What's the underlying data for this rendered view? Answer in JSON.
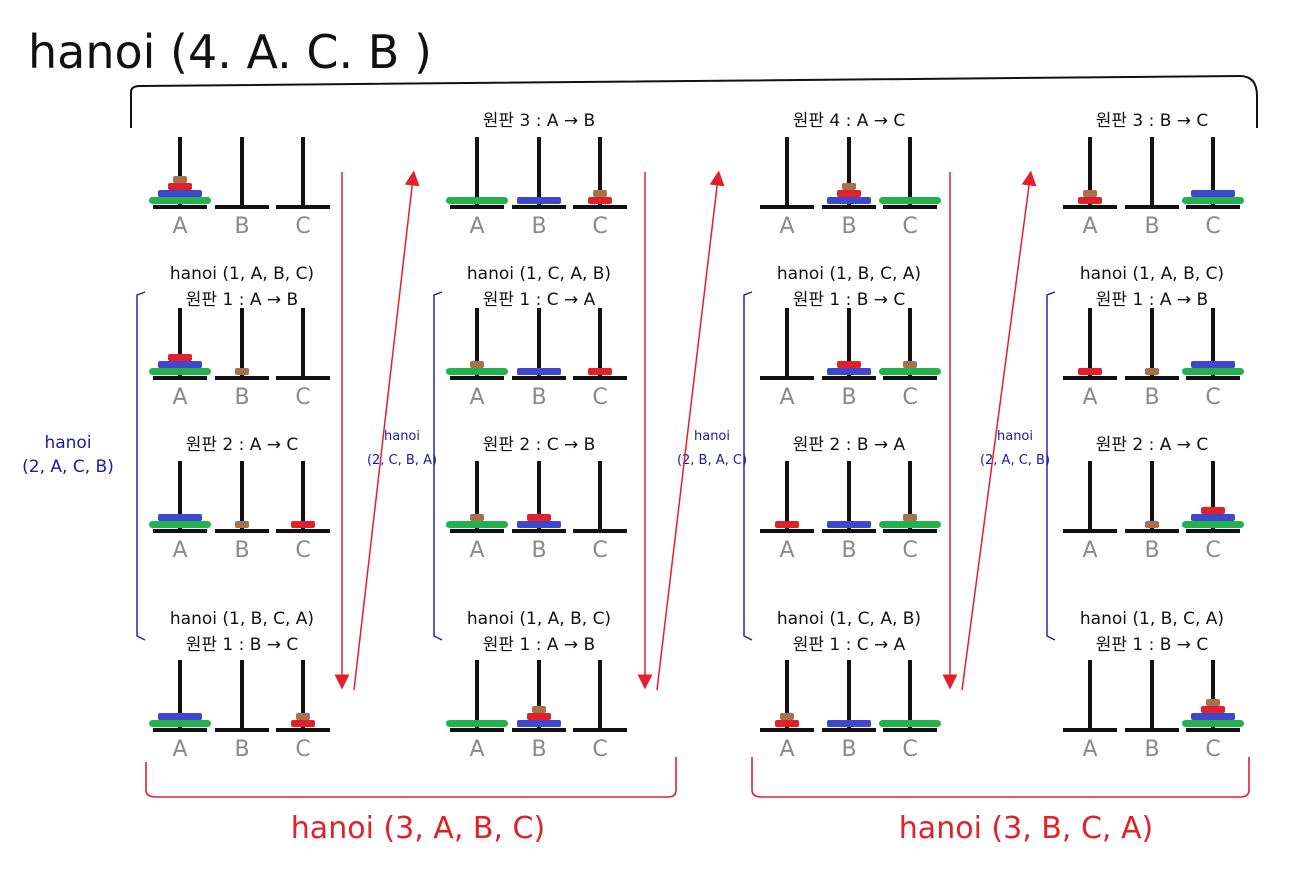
{
  "title": "hanoi (4. A. C. B )",
  "peg_labels": [
    "A",
    "B",
    "C"
  ],
  "colors": {
    "disk1": "#a9714b",
    "disk2": "#e2202a",
    "disk3": "#3f48cc",
    "disk4": "#22b14c",
    "ink": "#111111",
    "peg_label": "#8a8a8a",
    "red_ink": "#e2202a",
    "blue_ink": "#1a1aa8"
  },
  "columns": [
    {
      "header": "",
      "header_state": [
        [
          4,
          3,
          2,
          1
        ],
        [],
        []
      ],
      "side_label_lines": [
        "hanoi",
        "(2, A, C, B)"
      ],
      "steps": [
        {
          "lines": [
            "hanoi (1, A, B, C)",
            "원판 1 : A → B"
          ],
          "state": [
            [
              4,
              3,
              2
            ],
            [
              1
            ],
            []
          ]
        },
        {
          "lines": [
            "원판 2 : A → C"
          ],
          "state": [
            [
              4,
              3
            ],
            [
              1
            ],
            [
              2
            ]
          ]
        },
        {
          "lines": [
            "hanoi (1, B, C, A)",
            "원판 1 : B → C"
          ],
          "state": [
            [
              4,
              3
            ],
            [],
            [
              2,
              1
            ]
          ]
        }
      ]
    },
    {
      "header": "원판 3 : A → B",
      "header_state": [
        [
          4
        ],
        [
          3
        ],
        [
          2,
          1
        ]
      ],
      "side_label_lines": [
        "hanoi",
        "(2, C, B, A)"
      ],
      "steps": [
        {
          "lines": [
            "hanoi (1, C, A, B)",
            "원판 1 : C → A"
          ],
          "state": [
            [
              4,
              1
            ],
            [
              3
            ],
            [
              2
            ]
          ]
        },
        {
          "lines": [
            "원판 2 : C → B"
          ],
          "state": [
            [
              4,
              1
            ],
            [
              3,
              2
            ],
            []
          ]
        },
        {
          "lines": [
            "hanoi (1, A, B, C)",
            "원판 1 : A → B"
          ],
          "state": [
            [
              4
            ],
            [
              3,
              2,
              1
            ],
            []
          ]
        }
      ]
    },
    {
      "header": "원판 4 : A → C",
      "header_state": [
        [],
        [
          3,
          2,
          1
        ],
        [
          4
        ]
      ],
      "side_label_lines": [
        "hanoi",
        "(2, B, A, C)"
      ],
      "steps": [
        {
          "lines": [
            "hanoi (1, B, C, A)",
            "원판 1 : B → C"
          ],
          "state": [
            [],
            [
              3,
              2
            ],
            [
              4,
              1
            ]
          ]
        },
        {
          "lines": [
            "원판 2 : B → A"
          ],
          "state": [
            [
              2
            ],
            [
              3
            ],
            [
              4,
              1
            ]
          ]
        },
        {
          "lines": [
            "hanoi (1, C, A, B)",
            "원판 1 : C → A"
          ],
          "state": [
            [
              2,
              1
            ],
            [
              3
            ],
            [
              4
            ]
          ]
        }
      ]
    },
    {
      "header": "원판 3 : B → C",
      "header_state": [
        [
          2,
          1
        ],
        [],
        [
          4,
          3
        ]
      ],
      "side_label_lines": [
        "hanoi",
        "(2, A, C, B)"
      ],
      "steps": [
        {
          "lines": [
            "hanoi (1, A, B, C)",
            "원판 1 : A → B"
          ],
          "state": [
            [
              2
            ],
            [
              1
            ],
            [
              4,
              3
            ]
          ]
        },
        {
          "lines": [
            "원판 2 : A → C"
          ],
          "state": [
            [],
            [
              1
            ],
            [
              4,
              3,
              2
            ]
          ]
        },
        {
          "lines": [
            "hanoi (1, B, C, A)",
            "원판 1 : B → C"
          ],
          "state": [
            [],
            [],
            [
              4,
              3,
              2,
              1
            ]
          ]
        }
      ]
    }
  ],
  "bottom_labels": [
    "hanoi (3, A, B, C)",
    "hanoi (3, B, C, A)"
  ]
}
